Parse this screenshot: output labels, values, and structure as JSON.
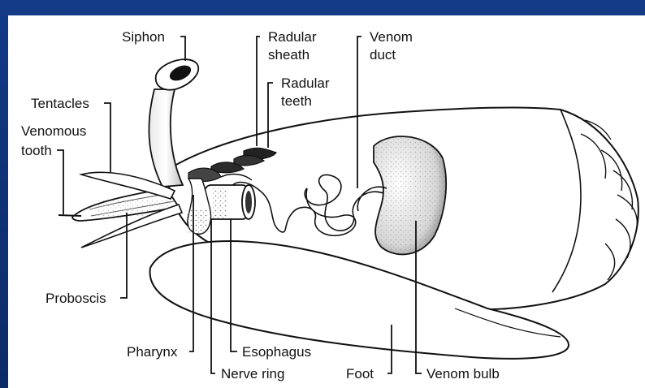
{
  "diagram": {
    "labels": {
      "siphon": "Siphon",
      "radular_sheath_1": "Radular",
      "radular_sheath_2": "sheath",
      "radular_teeth_1": "Radular",
      "radular_teeth_2": "teeth",
      "venom_duct_1": "Venom",
      "venom_duct_2": "duct",
      "tentacles": "Tentacles",
      "venomous_tooth_1": "Venomous",
      "venomous_tooth_2": "tooth",
      "proboscis": "Proboscis",
      "pharynx": "Pharynx",
      "esophagus": "Esophagus",
      "nerve_ring": "Nerve ring",
      "foot": "Foot",
      "venom_bulb": "Venom bulb"
    }
  }
}
